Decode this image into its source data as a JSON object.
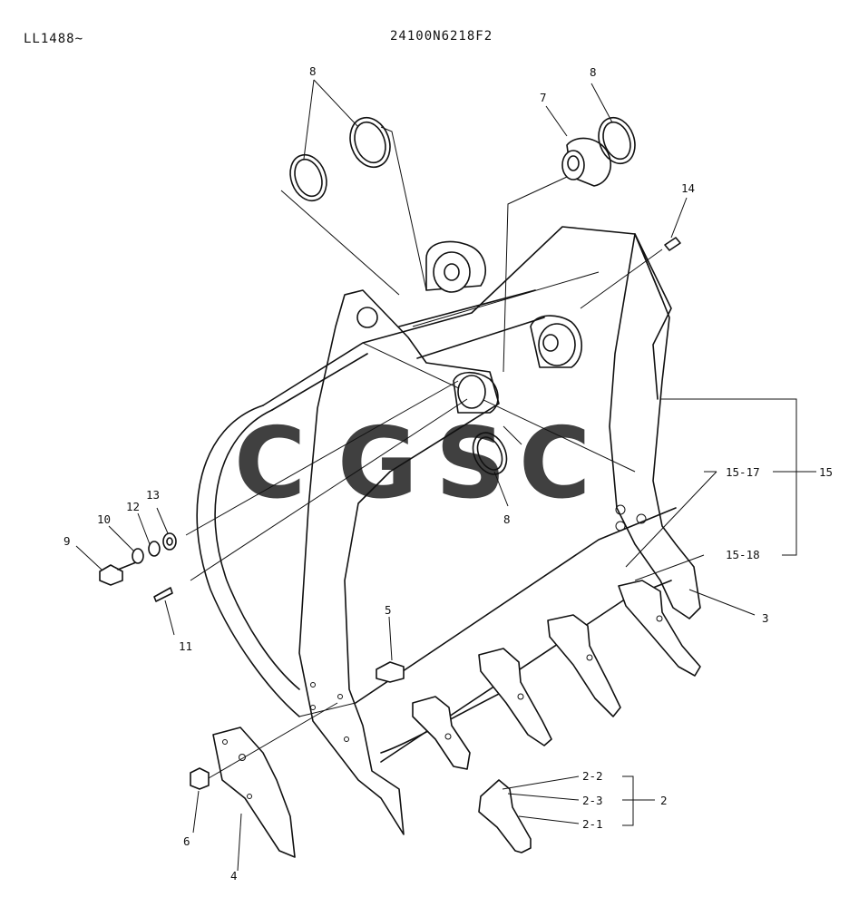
{
  "header": {
    "model_code": "LL1488~",
    "drawing_code": "24100N6218F2"
  },
  "watermark": {
    "letters": [
      "C",
      "G",
      "S",
      "C"
    ],
    "colors": [
      "#5b9cf6",
      "#f07b72",
      "#f6c94d",
      "#5fbf8f"
    ]
  },
  "part_labels": {
    "p8_left": "8",
    "p8_right": "8",
    "p8_lower": "8",
    "p7": "7",
    "p14": "14",
    "p15": "15",
    "p15_17": "15-17",
    "p15_18": "15-18",
    "p3": "3",
    "p13": "13",
    "p12": "12",
    "p10": "10",
    "p9": "9",
    "p11": "11",
    "p5": "5",
    "p6": "6",
    "p4": "4",
    "p2": "2",
    "p2_1": "2-1",
    "p2_2": "2-2",
    "p2_3": "2-3"
  }
}
